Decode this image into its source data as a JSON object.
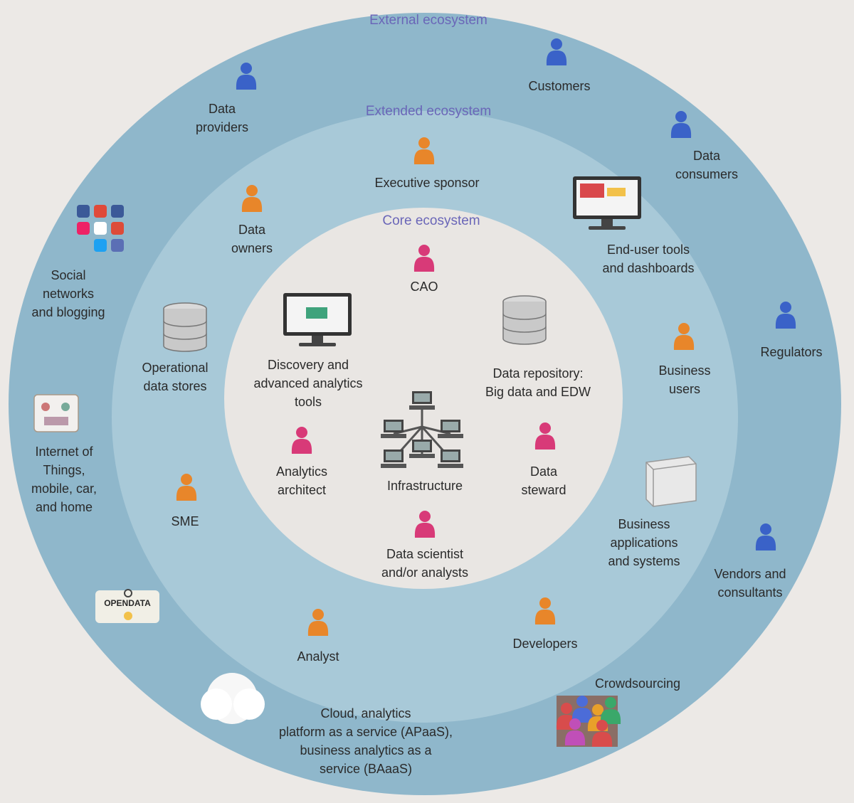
{
  "rings": {
    "external": "External ecosystem",
    "extended": "Extended ecosystem",
    "core": "Core ecosystem"
  },
  "external_roles": {
    "data_providers": "Data\nproviders",
    "customers": "Customers",
    "data_consumers": "Data\nconsumers",
    "regulators": "Regulators",
    "vendors": "Vendors and\nconsultants",
    "crowdsourcing": "Crowdsourcing",
    "social": "Social\nnetworks\nand blogging",
    "iot": "Internet of\nThings,\nmobile, car,\nand home",
    "cloud": "Cloud, analytics\nplatform as a service (APaaS),\nbusiness analytics as a\nservice (BAaaS)",
    "opendata": "OPENDATA"
  },
  "extended_roles": {
    "executive_sponsor": "Executive sponsor",
    "data_owners": "Data\nowners",
    "end_user_tools": "End-user tools\nand dashboards",
    "business_users": "Business\nusers",
    "business_apps": "Business\napplications\nand systems",
    "developers": "Developers",
    "analyst": "Analyst",
    "sme": "SME",
    "operational_stores": "Operational\ndata stores"
  },
  "core_roles": {
    "cao": "CAO",
    "discovery_tools": "Discovery and\nadvanced analytics\ntools",
    "data_repository": "Data repository:\nBig data and EDW",
    "analytics_architect": "Analytics\narchitect",
    "infrastructure": "Infrastructure",
    "data_steward": "Data\nsteward",
    "data_scientist": "Data scientist\nand/or analysts"
  },
  "colors": {
    "outer_ring": "#8fb7cb",
    "middle_ring": "#a8c9d8",
    "inner_circle": "#e9e6e3",
    "ring_title": "#6a66b8",
    "external_person": "#3a62c8",
    "extended_person": "#e8862a",
    "core_person": "#d83a78"
  }
}
